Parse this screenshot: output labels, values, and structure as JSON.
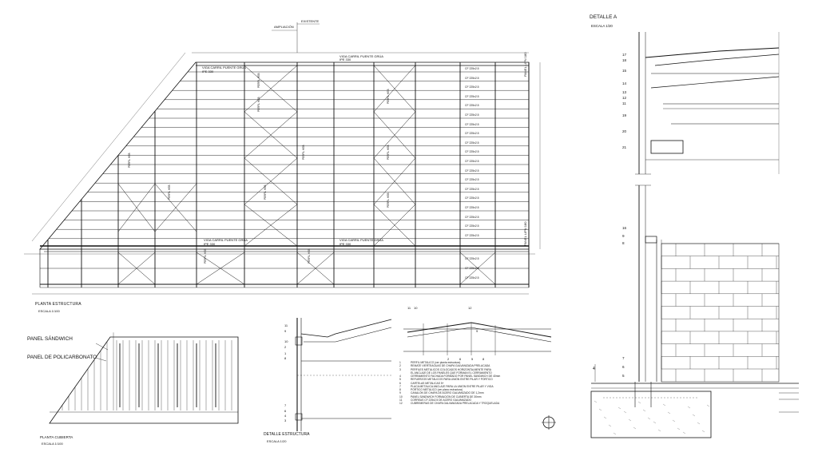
{
  "planta_estructura": {
    "title": "PLANTA ESTRUCTURA",
    "scale": "ESCALA 1/100",
    "top_beam_label": "VIGA CARRIL PUENTE GRÚA",
    "top_beam_profile": "IPE 330",
    "bottom_beam_label_1": "VIGA CARRIL PUENTE GRÚA",
    "bottom_beam_profile_1": "IPE 330",
    "bottom_beam_label_2": "VIGA CARRIL PUENTE GRÚA",
    "bottom_beam_profile_2": "IPE 330",
    "top_beam_label_2": "VIGA CARRIL PUENTE GRÚA",
    "top_beam_profile_2": "IPE 330",
    "purlin_label": "CF 225x2.5",
    "brace_label": "PERFIL HEB",
    "column_label": "PILAR HEB 300",
    "right_side_label_top": "PANEL LIPN 180",
    "right_side_label_bottom": "PANEL LIPN 180",
    "ampliacion": "AMPLIACIÓN",
    "existente": "EXISTENTE"
  },
  "planta_cubierta": {
    "title": "PLANTA CUBIERTA",
    "scale": "ESCALA 1/100",
    "label_panel_sandwich": "PANEL SÁNDWICH",
    "label_panel_policarbonato": "PANEL DE POLICARBONATO"
  },
  "detalle_estructura": {
    "title": "DETALLE ESTRUCTURA",
    "scale": "ESCALA 1/20",
    "legend": [
      {
        "n": "1",
        "t": "PERFIL METÁLICO (ver planta estructura)"
      },
      {
        "n": "2",
        "t": "REMATE VIERTEAGUAS DE CHAPA GALVANIZADA PRELACADA"
      },
      {
        "n": "3",
        "t": "PERFILES METÁLICOS COLOCADOS HORIZONTALMENTE PARA"
      },
      {
        "n": "",
        "t": "EL ANCLAJE DE LOS PANELES QUE FORMAN EL CERRAMIENTO"
      },
      {
        "n": "4",
        "t": "CERRAMIENTO FACHADA FORMADO POR PANEL SÁNDWICH DE 40mm"
      },
      {
        "n": "5",
        "t": "REFUERZOS METÁLICOS PARA UNIÓN ENTRE PILAR Y PÓRTICO"
      },
      {
        "n": "6",
        "t": "CARTELAS METÁLICAS 5+"
      },
      {
        "n": "7",
        "t": "PLACA METÁLICA ANCLAJE PARA LA UNIÓN ENTRE PILAR Y VIGA"
      },
      {
        "n": "8",
        "t": "PÓRTICO METÁLICO (ver plano estructura)"
      },
      {
        "n": "9",
        "t": "CANALÓN DE CHAPA DE ACERO GALVANIZADO DE 1,2mm"
      },
      {
        "n": "10",
        "t": "PANEL SÁNDWICH FORMACIÓN DE CUBIERTA DE 30mm"
      },
      {
        "n": "11",
        "t": "CORREAS CF 225x2.5 DE ACERO GALVANIZADO"
      },
      {
        "n": "12",
        "t": "CUBREMERAS DE CHAPA GALVANIZADA PRELACADA Y TROQUELADA"
      }
    ],
    "section_left_numbers": [
      "11",
      "9",
      "10",
      "2",
      "1",
      "8",
      "7",
      "6",
      "4",
      "3"
    ],
    "section_right_numbers": [
      "11",
      "10",
      "12",
      "9",
      "2",
      "6",
      "5",
      "8"
    ]
  },
  "detalle_a": {
    "title": "DETALLE A",
    "scale": "ESCALA 1/20",
    "upper_numbers": [
      "17",
      "18",
      "15",
      "14",
      "13",
      "12",
      "11",
      "19",
      "20",
      "21"
    ],
    "lower_numbers": [
      "16",
      "9",
      "8",
      "7",
      "6",
      "5"
    ],
    "side_number": "4"
  }
}
